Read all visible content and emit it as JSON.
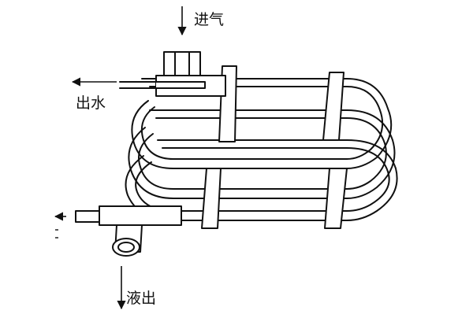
{
  "diagram": {
    "labels": {
      "gas_in": "进气",
      "water_out": "出水",
      "liquid_out": "液出"
    },
    "colors": {
      "stroke": "#111111",
      "fill": "#ffffff"
    }
  }
}
